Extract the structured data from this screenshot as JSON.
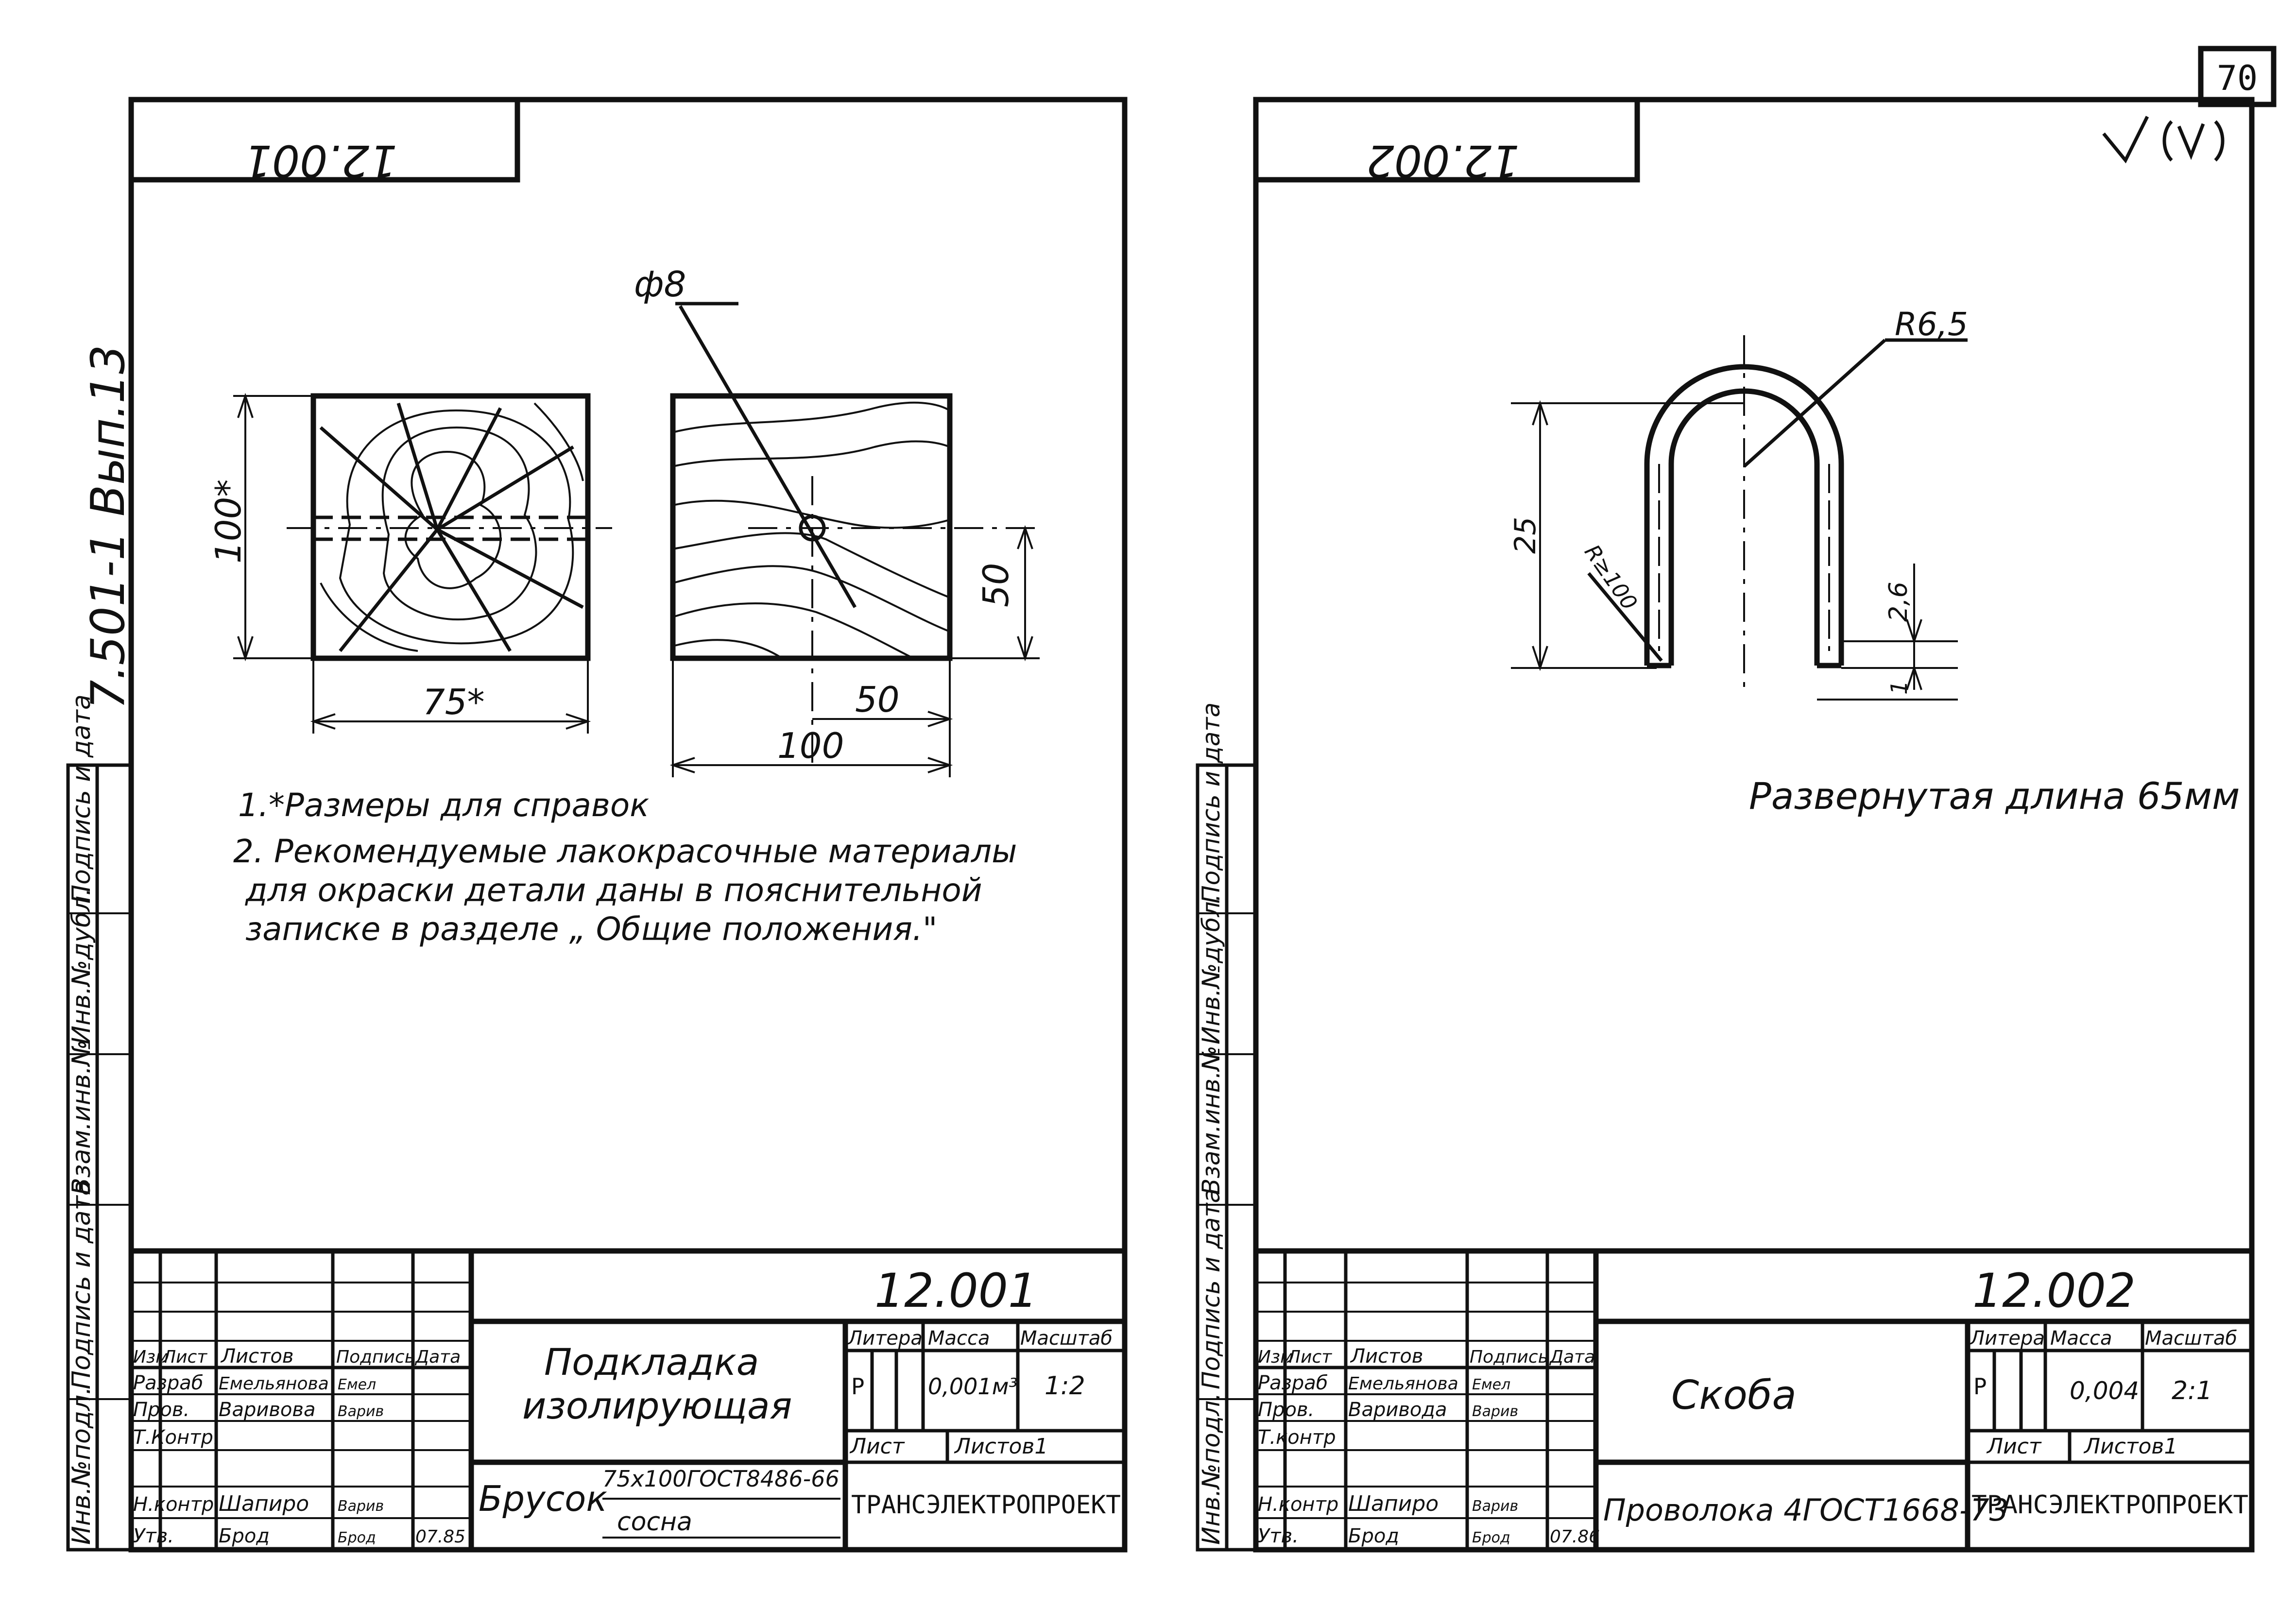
{
  "page_number": "70",
  "left_sheet": {
    "stamp_mirrored": "12.001",
    "side_title": "7.501-1 Вып.13",
    "dimensions": {
      "diameter": "ф8",
      "height_ref": "100*",
      "width_ref": "75*",
      "right_height": "50",
      "right_width_half": "50",
      "right_width": "100"
    },
    "notes": [
      "1.*Размеры для справок",
      "2. Рекомендуемые лакокрасочные материалы",
      "для окраски детали даны в пояснительной",
      "записке в разделе „ Общие положения.\""
    ],
    "title_block": {
      "doc_number": "12.001",
      "name_line1": "Подкладка",
      "name_line2": "изолирующая",
      "material_label": "Брусок",
      "material_spec": "75x100ГОСТ8486-66",
      "material_type": "сосна",
      "company": "ТРАНСЭЛЕКТРОПРОЕКТ",
      "headers": {
        "izm": "Изм",
        "list": "Лист",
        "listov": "Листов",
        "podpis": "Подпись",
        "data": "Дата",
        "litera": "Литера",
        "massa": "Масса",
        "masshtab": "Масштаб",
        "list2": "Лист",
        "listov2": "Листов1"
      },
      "rows": [
        {
          "role": "Разраб",
          "name": "Емельянова",
          "sign": "Емел",
          "date": ""
        },
        {
          "role": "Пров.",
          "name": "Варивова",
          "sign": "Варив",
          "date": ""
        },
        {
          "role": "Т.Контр.",
          "name": "",
          "sign": "",
          "date": ""
        },
        {
          "role": "Н.контр.",
          "name": "Шапиро",
          "sign": "Варив",
          "date": ""
        },
        {
          "role": "Утв.",
          "name": "Брод",
          "sign": "Брод",
          "date": "07.85"
        }
      ],
      "litera": "Р",
      "massa": "0,001м³",
      "masshtab": "1:2"
    }
  },
  "right_sheet": {
    "stamp_mirrored": "12.002",
    "dimensions": {
      "radius_outer": "R6,5",
      "height": "25",
      "radius_small": "R≥100",
      "thickness": "2,6",
      "bottom": "1"
    },
    "developed_length": "Развернутая длина 65мм",
    "title_block": {
      "doc_number": "12.002",
      "name": "Скоба",
      "material": "Проволока 4ГОСТ1668-73",
      "company": "ТРАНСЭЛЕКТРОПРОЕКТ",
      "headers": {
        "izm": "Изм",
        "list": "Лист",
        "listov": "Листов",
        "podpis": "Подпись",
        "data": "Дата",
        "litera": "Литера",
        "massa": "Масса",
        "masshtab": "Масштаб",
        "list2": "Лист",
        "listov2": "Листов1"
      },
      "rows": [
        {
          "role": "Разраб",
          "name": "Емельянова",
          "sign": "Емел",
          "date": ""
        },
        {
          "role": "Пров.",
          "name": "Варивода",
          "sign": "Варив",
          "date": ""
        },
        {
          "role": "Т.контр",
          "name": "",
          "sign": "",
          "date": ""
        },
        {
          "role": "Н.контр",
          "name": "Шапиро",
          "sign": "Варив",
          "date": ""
        },
        {
          "role": "Утв.",
          "name": "Брод",
          "sign": "Брод",
          "date": "07.86"
        }
      ],
      "litera": "Р",
      "massa": "0,004",
      "masshtab": "2:1"
    }
  },
  "side_labels": [
    "Инв.№подл.",
    "Подпись и дата",
    "Взам.инв.№",
    "Инв.№дубл.",
    "Подпись и дата"
  ]
}
